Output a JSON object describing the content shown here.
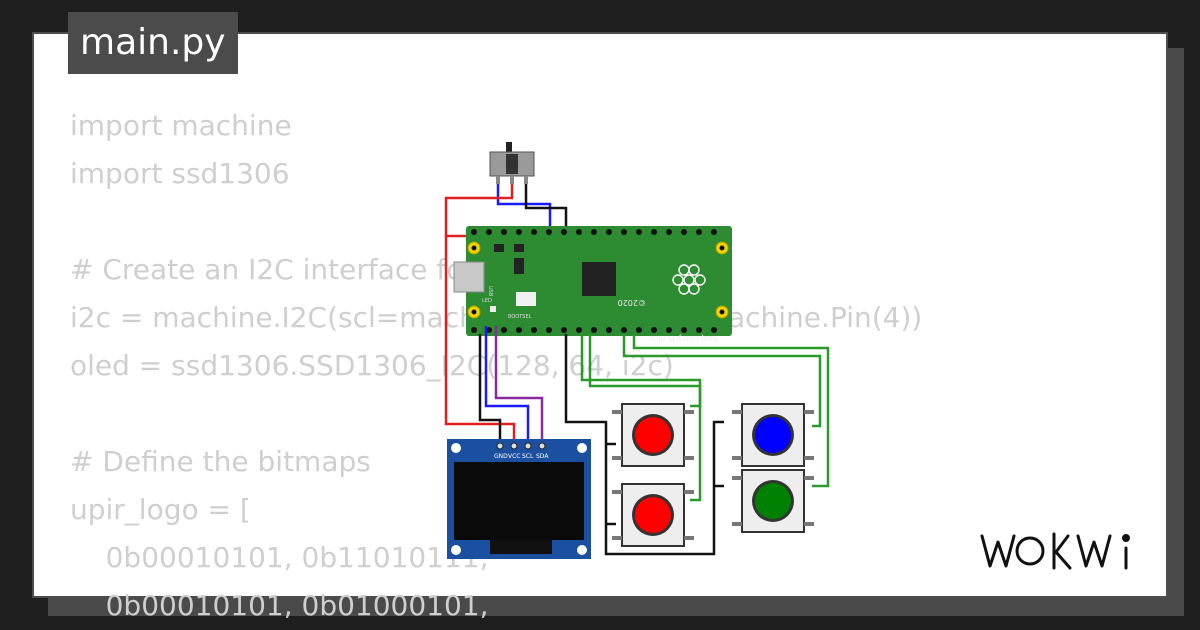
{
  "file_tab": {
    "label": "main.py"
  },
  "code_lines": [
    "import machine",
    "import ssd1306",
    "",
    "# Create an I2C interface for the OLED display",
    "i2c = machine.I2C(scl=machine.Pin(5), sda=machine.Pin(4))",
    "oled = ssd1306.SSD1306_I2C(128, 64, i2c)",
    "",
    "# Define the bitmaps",
    "upir_logo = [",
    "    0b00010101, 0b11010111,",
    "    0b00010101, 0b01000101,"
  ],
  "board": {
    "name": "Raspberry Pi Pico",
    "year": "©2020",
    "bootsel_label": "BOOTSEL",
    "usb_label": "USB",
    "led_label": "LED",
    "board_color": "#2d8b32"
  },
  "oled_pins": [
    "GND",
    "VCC",
    "SCL",
    "SDA"
  ],
  "buttons": [
    {
      "name": "button-red-top",
      "color": "#ff0000"
    },
    {
      "name": "button-red-bottom",
      "color": "#ff0000"
    },
    {
      "name": "button-blue",
      "color": "#0000ff"
    },
    {
      "name": "button-green",
      "color": "#008000"
    }
  ],
  "wire_colors": {
    "red": "#e02020",
    "blue": "#1a1aff",
    "black": "#111111",
    "purple": "#8a2aa0",
    "green": "#2a9a2a"
  },
  "brand": {
    "logo_text": "WOKWi"
  }
}
